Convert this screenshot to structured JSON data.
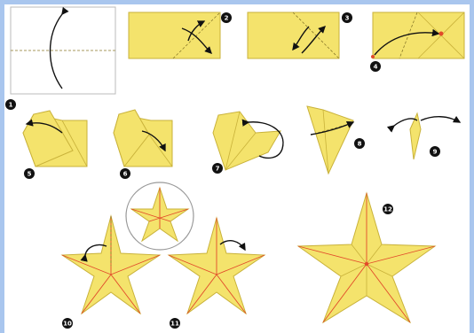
{
  "diagram": {
    "step_labels": {
      "s1": "1",
      "s2": "2",
      "s3": "3",
      "s4": "4",
      "s5": "5",
      "s6": "6",
      "s7": "7",
      "s8": "8",
      "s9": "9",
      "s10": "10",
      "s11": "11",
      "s12": "12"
    },
    "colors": {
      "background": "#a9c6ee",
      "paper": "#f4e36c",
      "paper_edge": "#c9b23a",
      "highlight_dot": "#e24a2a",
      "arrow": "#111111"
    }
  }
}
